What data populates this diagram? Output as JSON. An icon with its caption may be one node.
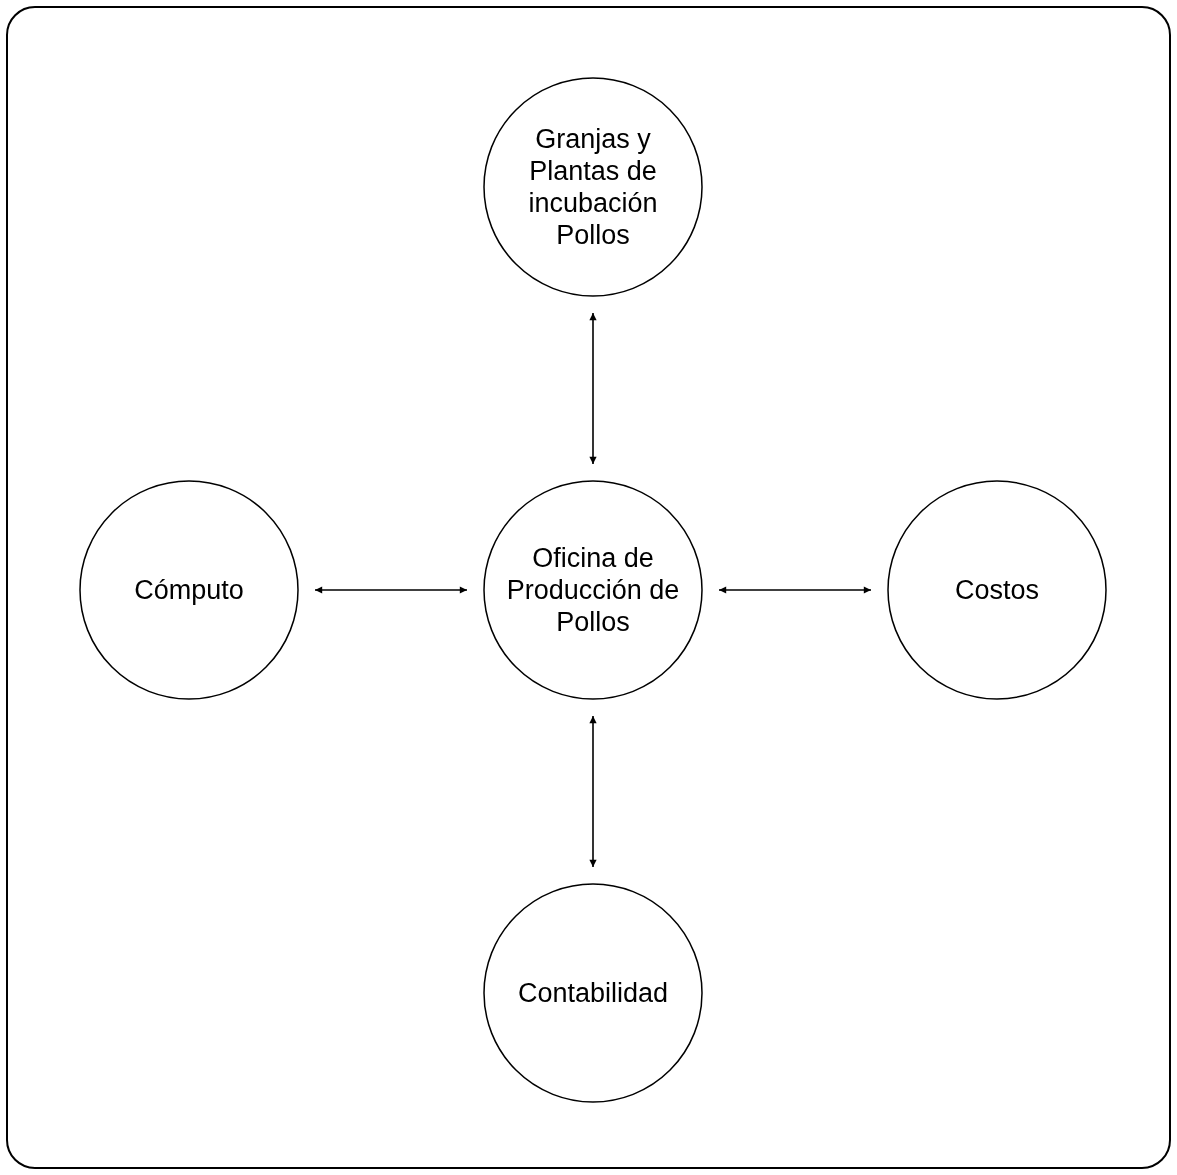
{
  "diagram": {
    "nodes": [
      {
        "text": [
          "Granjas y Plantas de incubación Pollos"
        ]
      },
      {
        "text": [
          "Cómputo"
        ]
      },
      {
        "text": [
          "Oficina de Producción de Pollos"
        ]
      },
      {
        "text": [
          "Costos"
        ]
      },
      {
        "text": [
          "Contabilidad"
        ]
      }
    ],
    "edges": [
      {
        "from": 2,
        "to": 0,
        "arrow": "both"
      },
      {
        "from": 2,
        "to": 1,
        "arrow": "both"
      },
      {
        "from": 2,
        "to": 3,
        "arrow": "both"
      },
      {
        "from": 2,
        "to": 4,
        "arrow": "both"
      }
    ]
  }
}
